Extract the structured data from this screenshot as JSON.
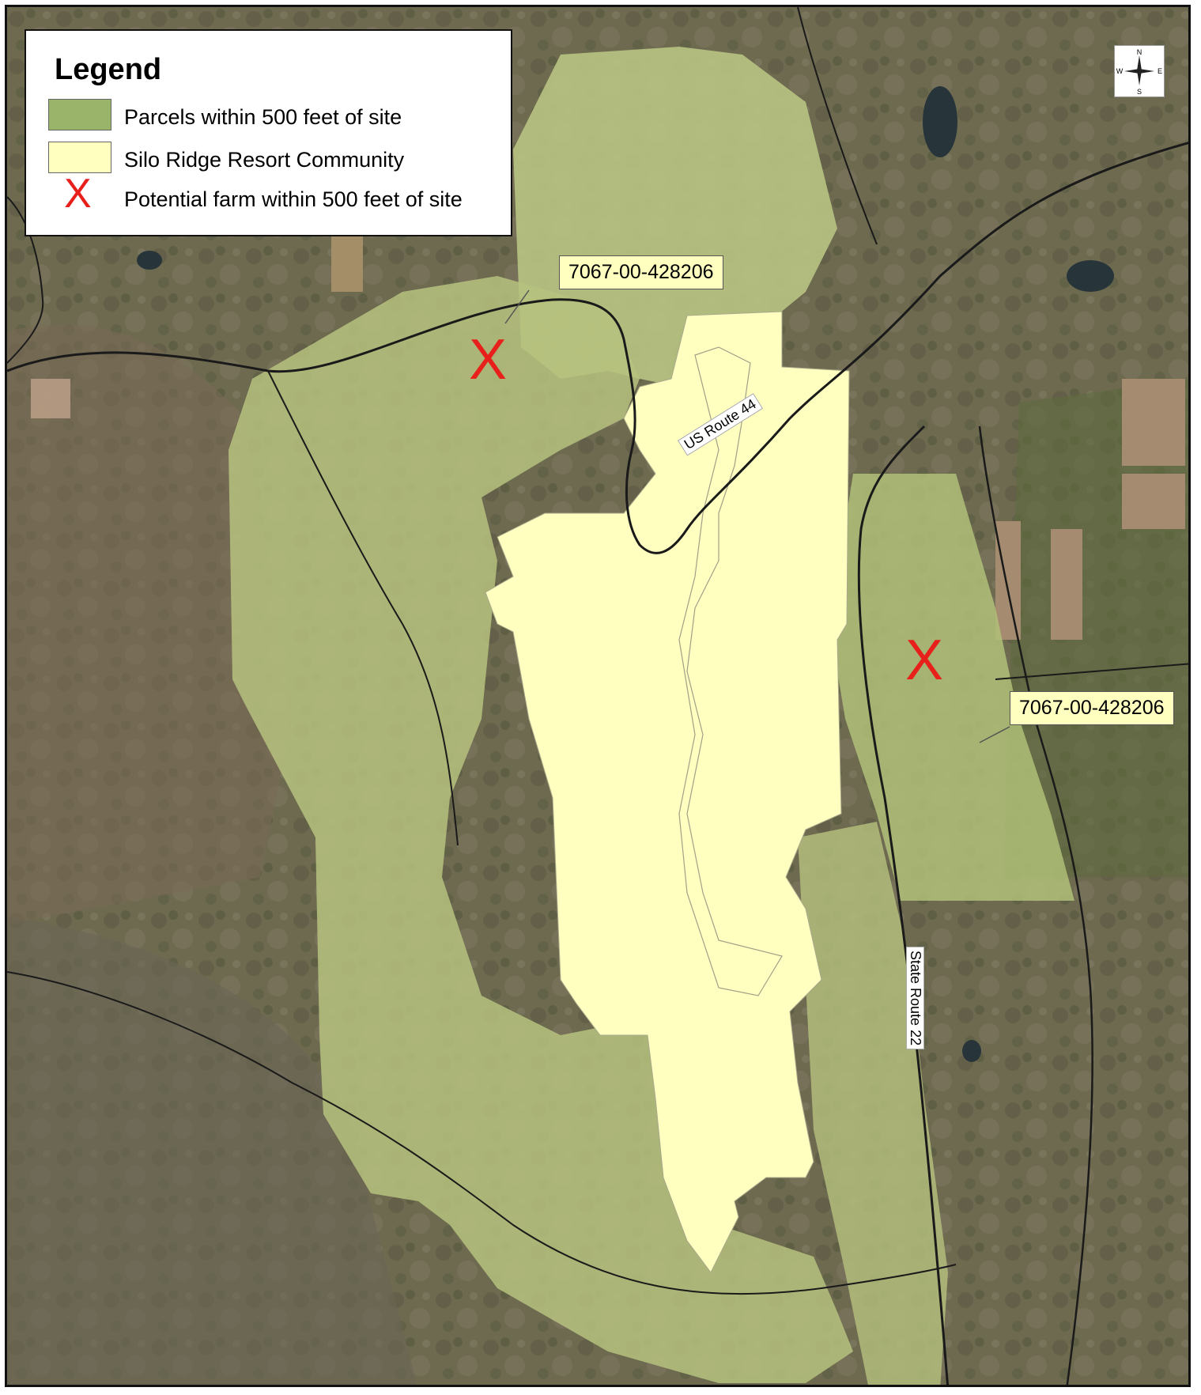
{
  "legend": {
    "title": "Legend",
    "items": [
      {
        "label": "Parcels within 500 feet of site",
        "color": "#9ab46a"
      },
      {
        "label": "Silo Ridge Resort Community",
        "color": "#ffffc0"
      },
      {
        "label": "Potential farm within 500 feet of site",
        "color": "#e8201c",
        "symbol": "X"
      }
    ]
  },
  "callouts": [
    {
      "label": "7067-00-428206"
    },
    {
      "label": "7067-00-428206"
    }
  ],
  "farm_marker": {
    "symbol": "X"
  },
  "roads": {
    "us_route": "US Route 44",
    "state_route": "State Route 22"
  },
  "compass": {
    "n": "N",
    "s": "S",
    "e": "E",
    "w": "W"
  },
  "colors": {
    "aerial_base": "#6f6a52",
    "parcel_fill": "#b6c27e",
    "site_fill": "#ffffc0",
    "road": "#1a1a1a",
    "marker": "#e8201c"
  }
}
